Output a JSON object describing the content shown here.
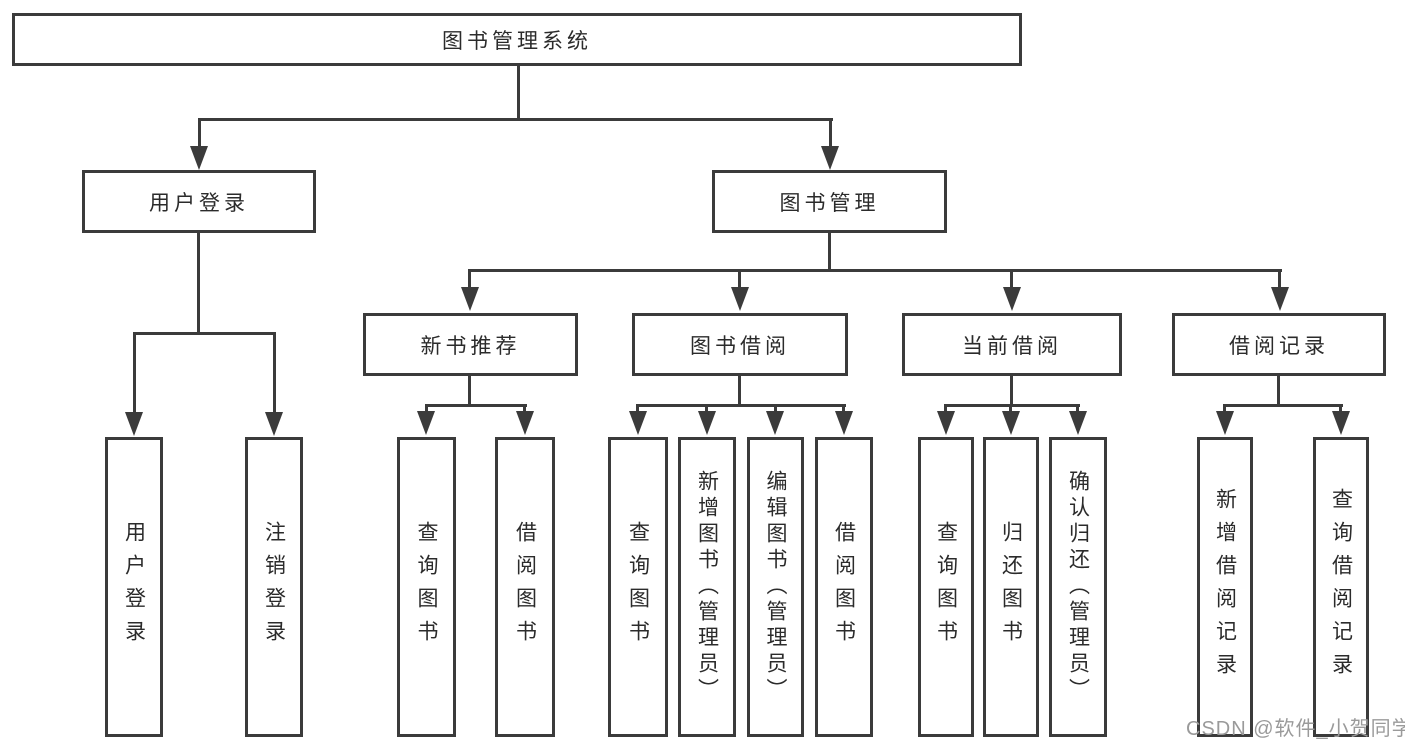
{
  "colors": {
    "line": "#3b3b3b",
    "text": "#2b2b2b",
    "background": "#ffffff",
    "watermark": "#9a9a9a"
  },
  "watermark": {
    "text": "CSDN @软件_小贺同学"
  },
  "tree": {
    "root": "图书管理系统",
    "branches": [
      {
        "label": "用户登录",
        "children": [
          "用户登录",
          "注销登录"
        ]
      },
      {
        "label": "图书管理",
        "groups": [
          {
            "label": "新书推荐",
            "children": [
              "查询图书",
              "借阅图书"
            ]
          },
          {
            "label": "图书借阅",
            "children": [
              "查询图书",
              "新增图书（管理员）",
              "编辑图书（管理员）",
              "借阅图书"
            ]
          },
          {
            "label": "当前借阅",
            "children": [
              "查询图书",
              "归还图书",
              "确认归还（管理员）"
            ]
          },
          {
            "label": "借阅记录",
            "children": [
              "新增借阅记录",
              "查询借阅记录"
            ]
          }
        ]
      }
    ]
  }
}
